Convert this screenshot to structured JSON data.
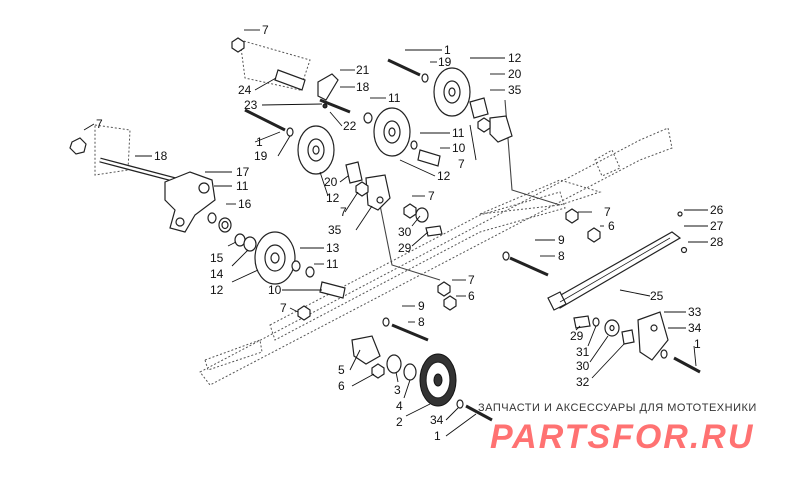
{
  "watermark": {
    "caption": "ЗАПЧАСТИ И АКСЕССУАРЫ ДЛЯ МОТОТЕХНИКИ",
    "brand": "PARTSFOR.RU",
    "brand_color": "#ff5a5a"
  },
  "callouts": [
    {
      "id": "c1",
      "label": "7"
    },
    {
      "id": "c2",
      "label": "1"
    },
    {
      "id": "c3",
      "label": "19"
    },
    {
      "id": "c4",
      "label": "12"
    },
    {
      "id": "c5",
      "label": "21"
    },
    {
      "id": "c6",
      "label": "18"
    },
    {
      "id": "c7",
      "label": "24"
    },
    {
      "id": "c8",
      "label": "23"
    },
    {
      "id": "c9",
      "label": "22"
    },
    {
      "id": "c10",
      "label": "11"
    },
    {
      "id": "c11",
      "label": "20"
    },
    {
      "id": "c12",
      "label": "35"
    },
    {
      "id": "c13",
      "label": "7"
    },
    {
      "id": "c14",
      "label": "1"
    },
    {
      "id": "c15",
      "label": "19"
    },
    {
      "id": "c16",
      "label": "18"
    },
    {
      "id": "c17",
      "label": "11"
    },
    {
      "id": "c18",
      "label": "10"
    },
    {
      "id": "c19",
      "label": "7"
    },
    {
      "id": "c20",
      "label": "12"
    },
    {
      "id": "c21",
      "label": "17"
    },
    {
      "id": "c22",
      "label": "11"
    },
    {
      "id": "c23",
      "label": "16"
    },
    {
      "id": "c24",
      "label": "20"
    },
    {
      "id": "c25",
      "label": "12"
    },
    {
      "id": "c26",
      "label": "7"
    },
    {
      "id": "c27",
      "label": "35"
    },
    {
      "id": "c28",
      "label": "7"
    },
    {
      "id": "c29",
      "label": "30"
    },
    {
      "id": "c30",
      "label": "29"
    },
    {
      "id": "c31",
      "label": "7"
    },
    {
      "id": "c32",
      "label": "6"
    },
    {
      "id": "c33",
      "label": "26"
    },
    {
      "id": "c34",
      "label": "27"
    },
    {
      "id": "c35",
      "label": "28"
    },
    {
      "id": "c36",
      "label": "15"
    },
    {
      "id": "c37",
      "label": "14"
    },
    {
      "id": "c38",
      "label": "12"
    },
    {
      "id": "c39",
      "label": "13"
    },
    {
      "id": "c40",
      "label": "11"
    },
    {
      "id": "c41",
      "label": "9"
    },
    {
      "id": "c42",
      "label": "8"
    },
    {
      "id": "c43",
      "label": "10"
    },
    {
      "id": "c44",
      "label": "7"
    },
    {
      "id": "c45",
      "label": "6"
    },
    {
      "id": "c46",
      "label": "25"
    },
    {
      "id": "c47",
      "label": "7"
    },
    {
      "id": "c48",
      "label": "9"
    },
    {
      "id": "c49",
      "label": "8"
    },
    {
      "id": "c50",
      "label": "29"
    },
    {
      "id": "c51",
      "label": "31"
    },
    {
      "id": "c52",
      "label": "30"
    },
    {
      "id": "c53",
      "label": "32"
    },
    {
      "id": "c54",
      "label": "33"
    },
    {
      "id": "c55",
      "label": "34"
    },
    {
      "id": "c56",
      "label": "1"
    },
    {
      "id": "c57",
      "label": "5"
    },
    {
      "id": "c58",
      "label": "6"
    },
    {
      "id": "c59",
      "label": "3"
    },
    {
      "id": "c60",
      "label": "4"
    },
    {
      "id": "c61",
      "label": "2"
    },
    {
      "id": "c62",
      "label": "34"
    },
    {
      "id": "c63",
      "label": "1"
    }
  ]
}
